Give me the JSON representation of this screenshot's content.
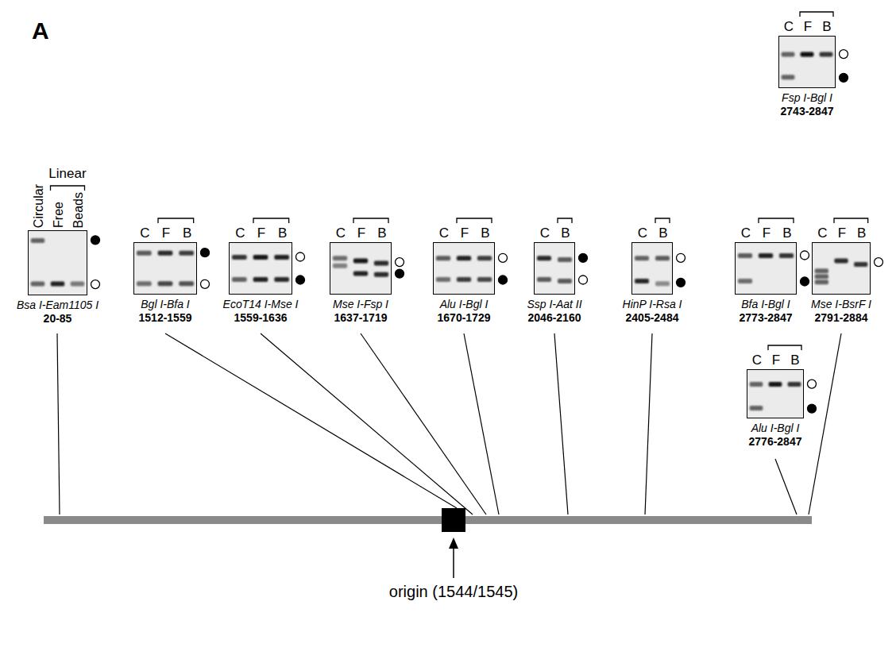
{
  "diagram": {
    "nodes": [
      {
        "text": [
          "Circular",
          "Free",
          "Beads",
          "Bsa I-Eam1105 I",
          "20-85"
        ]
      },
      {
        "text": [
          "C",
          "F",
          "B",
          "Bgl I-Bfa I",
          "1512-1559"
        ]
      },
      {
        "text": [
          "C",
          "F",
          "B",
          "EcoT14 I-Mse I",
          "1559-1636"
        ]
      },
      {
        "text": [
          "C",
          "F",
          "B",
          "Mse I-Fsp I",
          "1637-1719"
        ]
      },
      {
        "text": [
          "C",
          "F",
          "B",
          "Alu I-Bgl I",
          "1670-1729"
        ]
      },
      {
        "text": [
          "C",
          "B",
          "Ssp I-Aat II",
          "2046-2160"
        ]
      },
      {
        "text": [
          "C",
          "B",
          "HinP I-Rsa I",
          "2405-2484"
        ]
      },
      {
        "text": [
          "C",
          "F",
          "B",
          "Bfa I-Bgl I",
          "2773-2847"
        ]
      },
      {
        "text": [
          "C",
          "F",
          "B",
          "Mse I-BsrF I",
          "2791-2884"
        ]
      },
      {
        "text": [
          "C",
          "F",
          "B",
          "Fsp I-Bgl I",
          "2743-2847"
        ]
      },
      {
        "text": [
          "C",
          "F",
          "B",
          "Alu I-Bgl I",
          "2776-2847"
        ]
      }
    ],
    "labels": [
      "A",
      "Linear",
      "origin (1544/1545)"
    ]
  }
}
